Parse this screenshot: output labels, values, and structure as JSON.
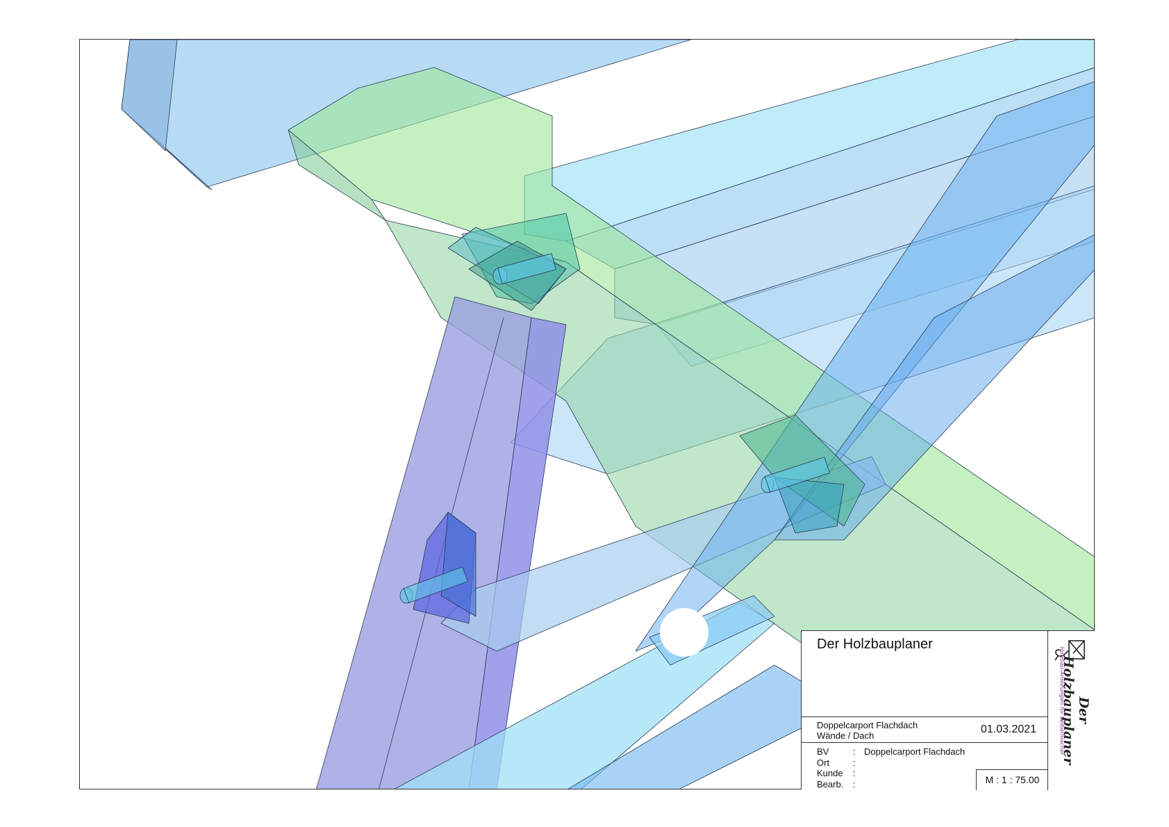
{
  "title_block": {
    "company": "Der Holzbauplaner",
    "project_line1": "Doppelcarport Flachdach",
    "project_line2": "Wände / Dach",
    "date": "01.03.2021",
    "fields": [
      {
        "key": "BV",
        "value": "Doppelcarport Flachdach"
      },
      {
        "key": "Ort",
        "value": ""
      },
      {
        "key": "Kunde",
        "value": ""
      },
      {
        "key": "Bearb.",
        "value": ""
      }
    ],
    "scale": "M : 1 : 75.00"
  },
  "logo": {
    "brand": "Der Holzbauplaner",
    "tagline": "Holzbau-Anleitungen für Selbermacher"
  },
  "colors": {
    "beam_light_blue": "#9fd8f5",
    "beam_blue": "#7fb8ec",
    "beam_green": "#8ee89a",
    "post_purple": "#9090e0",
    "connector_blue": "#4a70d8",
    "frame": "#333333",
    "logo_purple": "#8a2a9a"
  }
}
